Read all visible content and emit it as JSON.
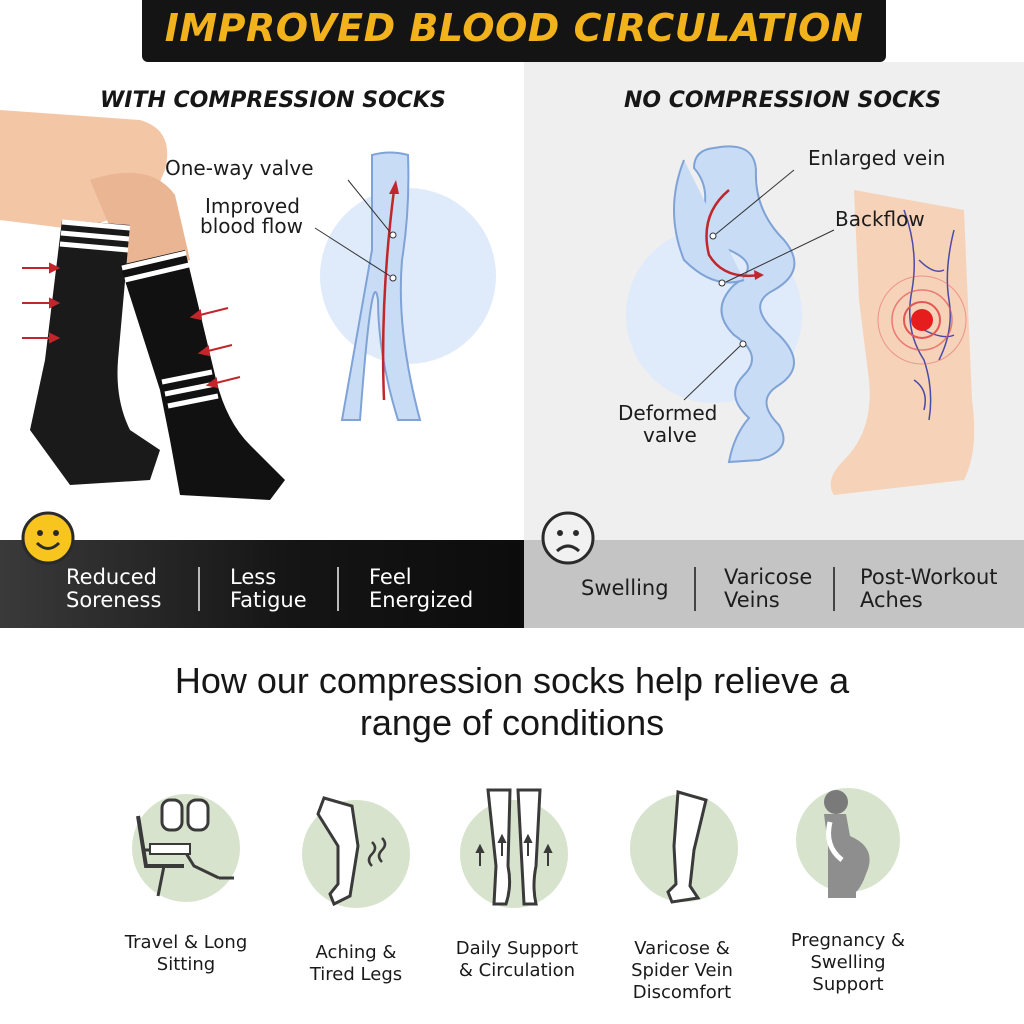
{
  "banner": {
    "title": "IMPROVED BLOOD CIRCULATION"
  },
  "left": {
    "title": "WITH COMPRESSION SOCKS",
    "callout_valve": "One-way valve",
    "callout_flow_line1": "Improved",
    "callout_flow_line2": "blood flow",
    "mood_icon": "smiley-face-icon",
    "benefits": [
      {
        "line1": "Reduced",
        "line2": "Soreness"
      },
      {
        "line1": "Less",
        "line2": "Fatigue"
      },
      {
        "line1": "Feel",
        "line2": "Energized"
      }
    ]
  },
  "right": {
    "title": "NO COMPRESSION SOCKS",
    "callout_enlarged": "Enlarged vein",
    "callout_backflow": "Backflow",
    "callout_deformed_line1": "Deformed",
    "callout_deformed_line2": "valve",
    "mood_icon": "sad-face-icon",
    "problems": [
      {
        "line1": "Swelling",
        "line2": ""
      },
      {
        "line1": "Varicose",
        "line2": "Veins"
      },
      {
        "line1": "Post-Workout",
        "line2": "Aches"
      }
    ]
  },
  "conditions": {
    "heading_line1": "How our compression socks help relieve a",
    "heading_line2": "range of conditions",
    "items": [
      {
        "icon": "airplane-seat-icon",
        "line1": "Travel & Long",
        "line2": "Sitting",
        "line3": ""
      },
      {
        "icon": "tired-leg-icon",
        "line1": "Aching &",
        "line2": "Tired Legs",
        "line3": ""
      },
      {
        "icon": "legs-circulation-icon",
        "line1": "Daily Support",
        "line2": "& Circulation",
        "line3": ""
      },
      {
        "icon": "leg-vein-icon",
        "line1": "Varicose &",
        "line2": "Spider Vein",
        "line3": "Discomfort"
      },
      {
        "icon": "pregnant-woman-icon",
        "line1": "Pregnancy &",
        "line2": "Swelling",
        "line3": "Support"
      }
    ]
  },
  "colors": {
    "banner_bg": "#141414",
    "banner_text": "#f2b21b",
    "vein_fill": "#c9dcf5",
    "vein_stroke": "#7fa3d6",
    "arrow_red": "#c0262b",
    "icon_circle": "#d7e3cc",
    "skin": "#f3c7a6",
    "sock": "#1a1a1a"
  }
}
